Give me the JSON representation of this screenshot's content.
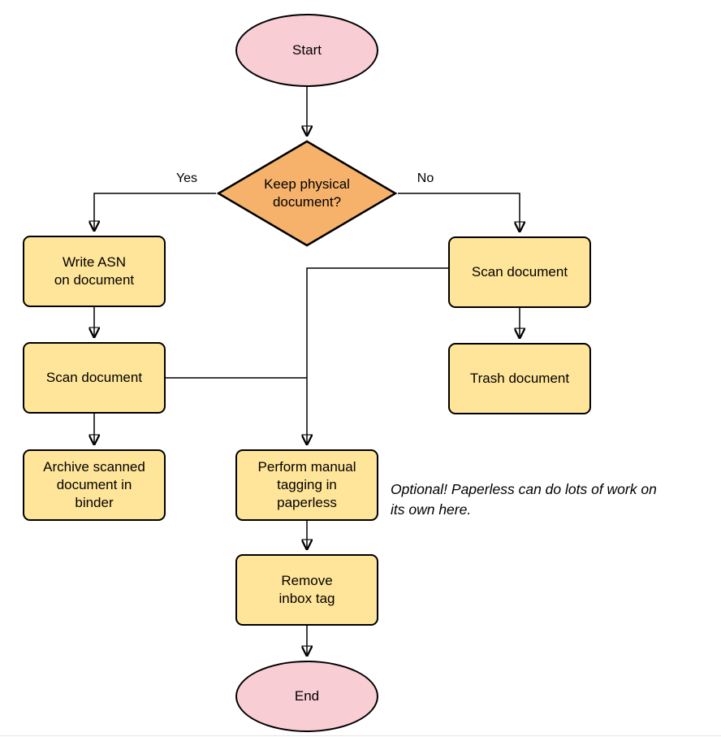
{
  "colors": {
    "terminal_fill": "#f8cdd3",
    "decision_fill": "#f6b26b",
    "process_fill": "#ffe599",
    "outline": "#000000"
  },
  "nodes": {
    "start": {
      "label": "Start",
      "type": "terminal"
    },
    "keep_physical": {
      "label": "Keep physical\ndocument?",
      "type": "decision"
    },
    "write_asn": {
      "label": "Write ASN\non document",
      "type": "process"
    },
    "scan_left": {
      "label": "Scan document",
      "type": "process"
    },
    "archive": {
      "label": "Archive scanned\ndocument in\nbinder",
      "type": "process"
    },
    "scan_right": {
      "label": "Scan document",
      "type": "process"
    },
    "trash": {
      "label": "Trash document",
      "type": "process"
    },
    "tagging": {
      "label": "Perform manual\ntagging in\npaperless",
      "type": "process"
    },
    "remove_inbox": {
      "label": "Remove\ninbox tag",
      "type": "process"
    },
    "end": {
      "label": "End",
      "type": "terminal"
    }
  },
  "edge_labels": {
    "yes": "Yes",
    "no": "No"
  },
  "annotation": "Optional! Paperless can do lots of work on\nits own here."
}
